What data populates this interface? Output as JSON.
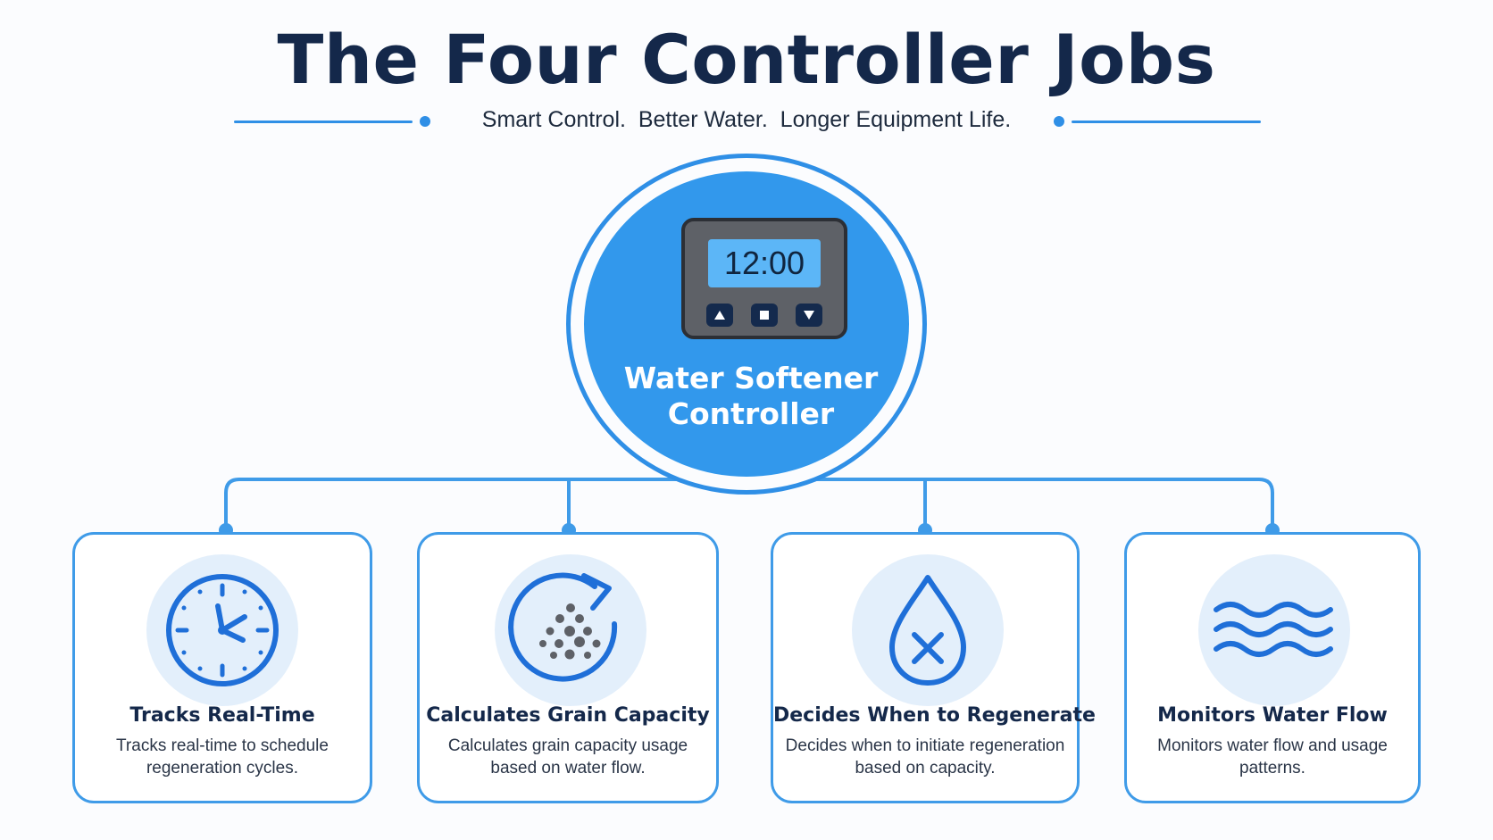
{
  "header": {
    "title": "The Four Controller Jobs",
    "subtitle": "Smart Control.  Better Water.  Longer Equipment Life."
  },
  "hub": {
    "display_time": "12:00",
    "label_line1": "Water Softener",
    "label_line2": "Controller",
    "buttons": [
      "up-arrow-icon",
      "stop-square-icon",
      "down-arrow-icon"
    ]
  },
  "jobs": [
    {
      "icon": "clock-icon",
      "title": "Tracks Real-Time",
      "description": "Tracks real-time to schedule regeneration cycles."
    },
    {
      "icon": "grain-capacity-cycle-icon",
      "title": "Calculates Grain Capacity",
      "description": "Calculates grain capacity usage based on water flow."
    },
    {
      "icon": "water-drop-x-icon",
      "title": "Decides When to Regenerate",
      "description": "Decides when to initiate regeneration based on capacity."
    },
    {
      "icon": "water-waves-icon",
      "title": "Monitors Water Flow",
      "description": "Monitors water flow and usage patterns."
    }
  ],
  "colors": {
    "title": "#14284a",
    "accent_blue": "#2f8fe6",
    "hub_fill": "#3298ec",
    "device_body": "#5e6167",
    "device_screen": "#5cb6f7",
    "icon_background": "#e3effb"
  }
}
